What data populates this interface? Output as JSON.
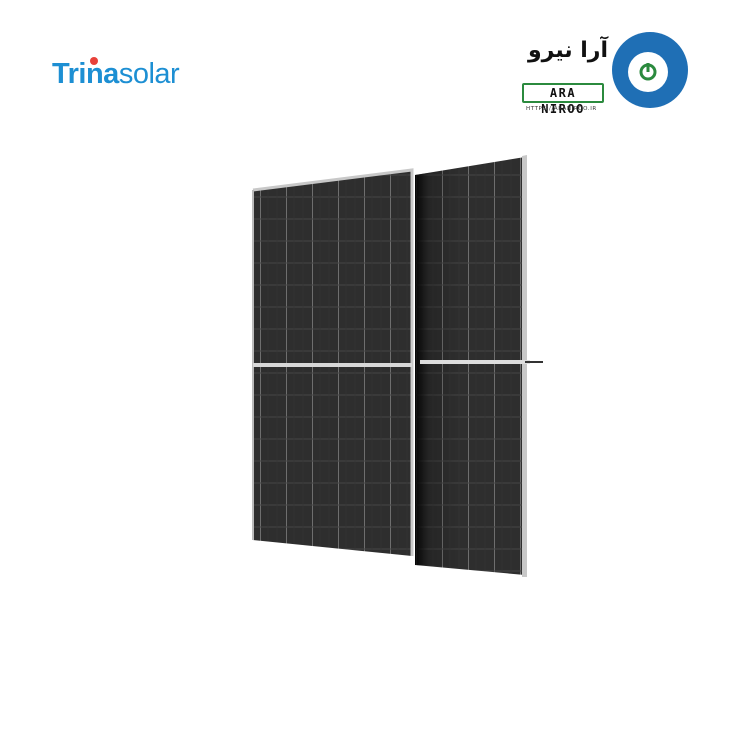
{
  "brand_left": {
    "bold": "Trina",
    "light": "solar",
    "color": "#1d8fd3",
    "dot_color": "#e8413a"
  },
  "brand_right": {
    "persian_name": "آرا نیرو",
    "latin_name": "ARA NIROO",
    "url": "HTTPS://ARANIROO.IR",
    "logo_colors": {
      "blue": "#1f6fb5",
      "red": "#d9262c",
      "green": "#2b8a3e"
    },
    "power-icon": "power-icon"
  },
  "product": {
    "description": "Bifacial solar panel, front and back view",
    "panel_color": "#2a2a2a",
    "frame_color": "#c8c8c8"
  }
}
